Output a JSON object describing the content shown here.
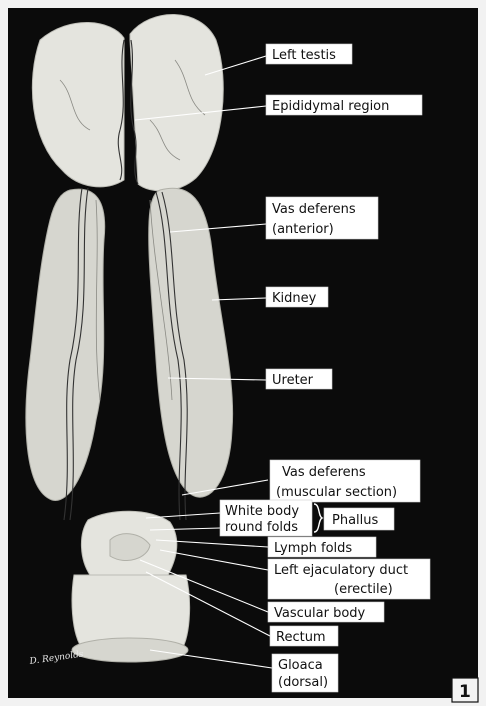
{
  "labels": {
    "left_testis": "Left testis",
    "epididymal_region": "Epididymal region",
    "vas_deferens_anterior_1": "Vas deferens",
    "vas_deferens_anterior_2": "(anterior)",
    "kidney": "Kidney",
    "ureter": "Ureter",
    "vas_deferens_muscular_1": "Vas deferens",
    "vas_deferens_muscular_2": "(muscular section)",
    "white_body": "White body",
    "round_folds": "round folds",
    "phallus": "Phallus",
    "lymph_folds": "Lymph folds",
    "left_ejaculatory_duct_1": "Left ejaculatory duct",
    "left_ejaculatory_duct_2": "(erectile)",
    "vascular_body": "Vascular body",
    "rectum": "Rectum",
    "gloaca_1": "Gloaca",
    "gloaca_2": "(dorsal)"
  },
  "figure_number": "1",
  "signature": "D. Reynolds"
}
